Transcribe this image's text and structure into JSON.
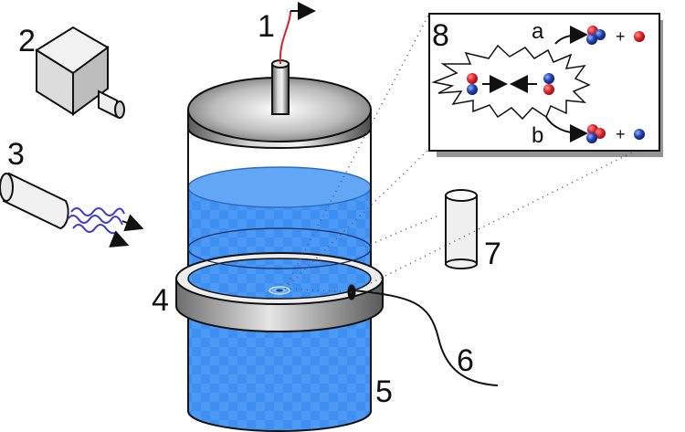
{
  "labels": {
    "n1": "1",
    "n2": "2",
    "n3": "3",
    "n4": "4",
    "n5": "5",
    "n6": "6",
    "n7": "7",
    "n8": "8",
    "a": "a",
    "b": "b",
    "plus_a": "+",
    "plus_b": "+"
  },
  "colors": {
    "liquid": "#3d8ff2",
    "proton": "#e3262b",
    "neutron": "#2247b8",
    "wave": "#3b3bd6",
    "outlet": "#d4232a"
  },
  "icons": {
    "source": "cylinder-radiation-source-icon",
    "detector": "box-detector-icon",
    "particle": "nucleon-ball-icon"
  }
}
